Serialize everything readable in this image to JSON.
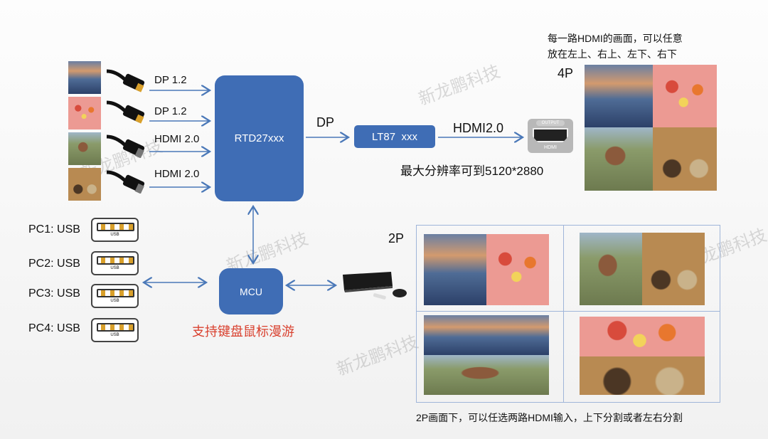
{
  "inputs": [
    {
      "label": "DP 1.2"
    },
    {
      "label": "DP 1.2"
    },
    {
      "label": "HDMI 2.0"
    },
    {
      "label": "HDMI 2.0"
    }
  ],
  "chips": {
    "scaler": "RTD27xxx",
    "converter": "LT87  xxx",
    "mcu": "MCU"
  },
  "links": {
    "dp": "DP",
    "hdmi": "HDMI2.0"
  },
  "hdmi_port": {
    "top": "OUTPUT",
    "bottom": "HDMI"
  },
  "resolution_note": "最大分辨率可到5120*2880",
  "layout_note_line1": "每一路HDMI的画面，可以任意",
  "layout_note_line2": "放在左上、右上、左下、右下",
  "mode_4p": "4P",
  "mode_2p": "2P",
  "usb_ports": [
    {
      "label": "PC1: USB"
    },
    {
      "label": "PC2: USB"
    },
    {
      "label": "PC3: USB"
    },
    {
      "label": "PC4: USB"
    }
  ],
  "usb_port_text": "USB",
  "kvm_note": "支持键盘鼠标漫游",
  "caption_2p": "2P画面下，可以任选两路HDMI输入，上下分割或者左右分割",
  "watermark": "新龙鹏科技",
  "colors": {
    "chip": "#3f6db5",
    "arrow": "#4a78b8",
    "red_note": "#d9412f"
  }
}
